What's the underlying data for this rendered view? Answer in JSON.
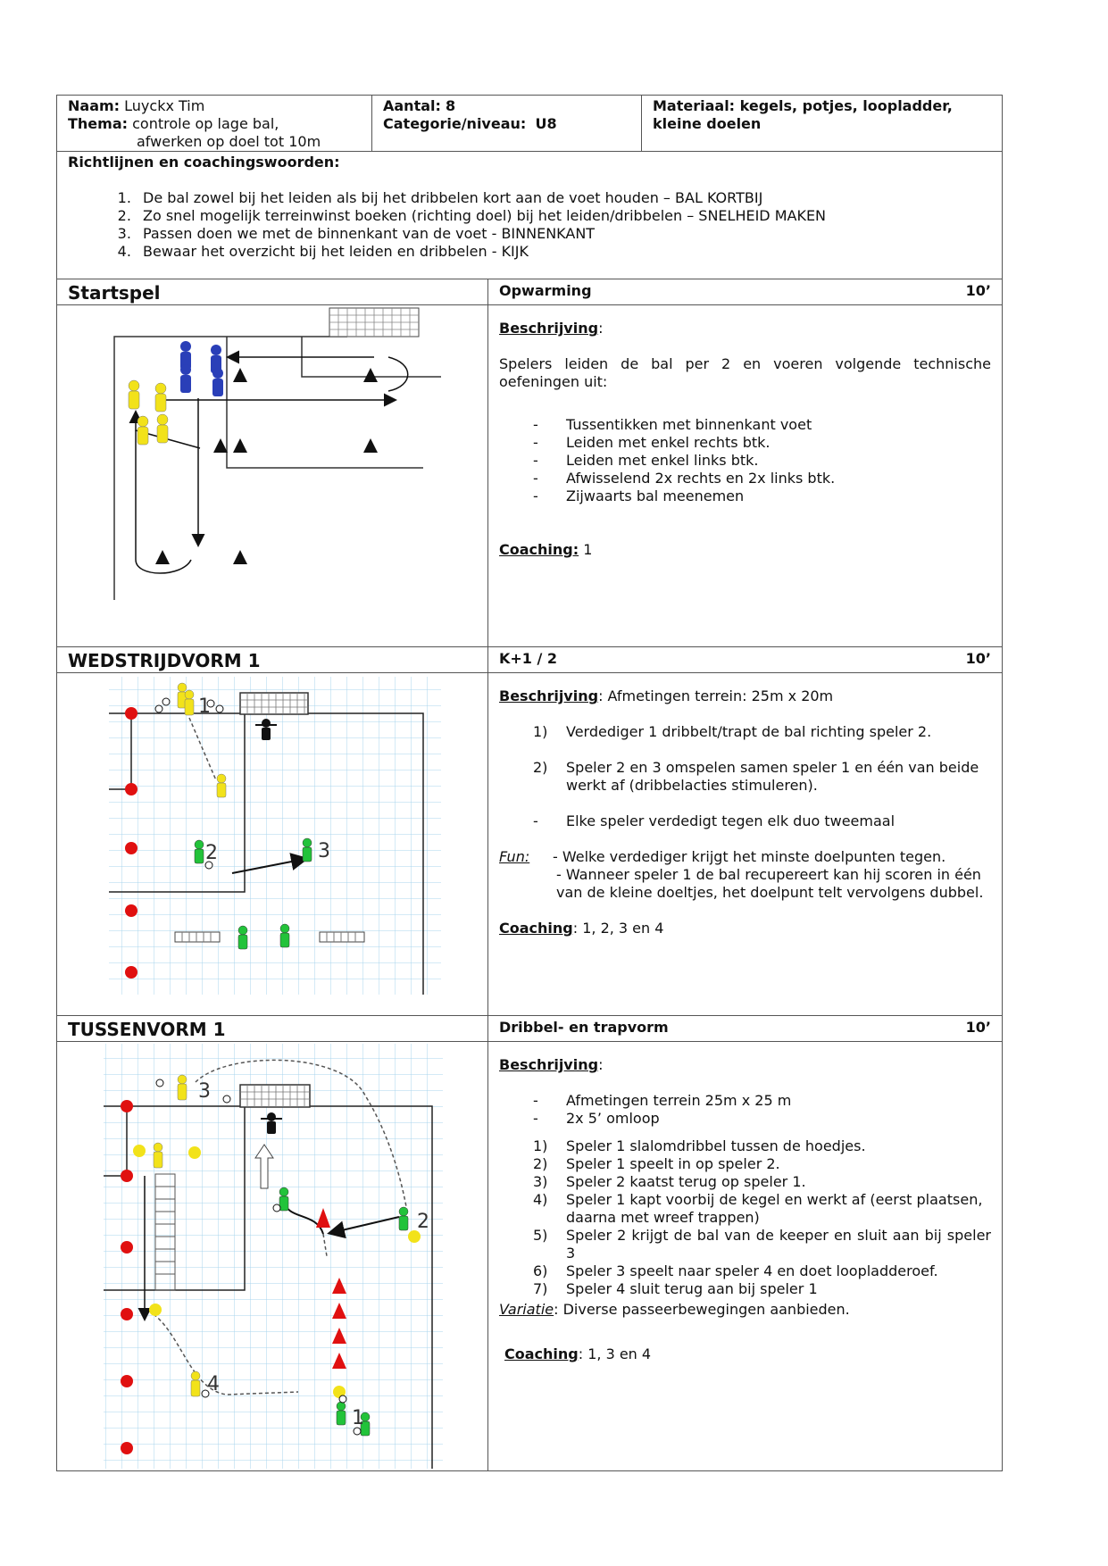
{
  "header": {
    "name_label": "Naam:",
    "name_value": "Luyckx Tim",
    "theme_label": "Thema:",
    "theme_value_1": "controle op lage bal,",
    "theme_value_2": "afwerken op doel tot 10m",
    "count_label": "Aantal:",
    "count_value": "8",
    "category_label": "Categorie/niveau:",
    "category_value": "U8",
    "material_line1": "Materiaal: kegels, potjes, loopladder,",
    "material_line2": "kleine doelen"
  },
  "guidelines": {
    "title": "Richtlijnen en coachingswoorden:",
    "items": [
      "De bal zowel bij het leiden als bij het dribbelen kort aan de voet houden – BAL KORTBIJ",
      "Zo snel mogelijk terreinwinst boeken (richting doel) bij het leiden/dribbelen – SNELHEID MAKEN",
      "Passen doen we met de binnenkant van de voet - BINNENKANT",
      "Bewaar het overzicht bij het leiden en dribbelen - KIJK"
    ]
  },
  "sections": [
    {
      "title": "Startspel",
      "subtitle": "Opwarming",
      "duration": "10’",
      "desc_label": "Beschrijving",
      "intro": "Spelers leiden de bal per 2 en voeren volgende technische oefeningen uit:",
      "dash_items": [
        "Tussentikken met binnenkant voet",
        "Leiden met enkel rechts btk.",
        "Leiden met enkel links btk.",
        "Afwisselend 2x rechts en 2x links btk.",
        "Zijwaarts bal meenemen"
      ],
      "coaching_label": "Coaching:",
      "coaching_value": "1"
    },
    {
      "title": "WEDSTRIJDVORM 1",
      "subtitle": "K+1 / 2",
      "duration": "10’",
      "desc_label": "Beschrijving",
      "desc_value": ": Afmetingen terrein: 25m x 20m",
      "num_items": [
        {
          "n": "1)",
          "t": "Verdediger 1 dribbelt/trapt de bal richting speler 2."
        },
        {
          "n": "2)",
          "t": "Speler 2 en 3 omspelen samen speler 1 en één van beide werkt af (dribbelacties stimuleren)."
        }
      ],
      "dash_item": "Elke speler verdedigt tegen elk duo tweemaal",
      "fun_label": "Fun:",
      "fun_1": "- Welke verdediger krijgt het minste doelpunten tegen.",
      "fun_2": "- Wanneer speler 1 de bal recupereert kan hij scoren in één van de kleine doeltjes, het doelpunt telt vervolgens dubbel.",
      "coaching_label": "Coaching",
      "coaching_value": ": 1, 2, 3 en 4",
      "labels": [
        "1",
        "2",
        "3"
      ]
    },
    {
      "title": "TUSSENVORM 1",
      "subtitle": "Dribbel- en trapvorm",
      "duration": "10’",
      "desc_label": "Beschrijving",
      "dash_items": [
        "Afmetingen terrein 25m x 25 m",
        "2x 5’ omloop"
      ],
      "num_items": [
        {
          "n": "1)",
          "t": "Speler 1 slalomdribbel tussen de hoedjes."
        },
        {
          "n": "2)",
          "t": "Speler 1 speelt in op speler 2."
        },
        {
          "n": "3)",
          "t": "Speler 2 kaatst terug op speler 1."
        },
        {
          "n": "4)",
          "t": "Speler 1 kapt voorbij de kegel en werkt af (eerst plaatsen, daarna met wreef trappen)"
        },
        {
          "n": "5)",
          "t": "Speler 2 krijgt de bal van de keeper en sluit aan bij speler 3"
        },
        {
          "n": "6)",
          "t": "Speler 3 speelt naar speler 4 en doet loopladderoef."
        },
        {
          "n": "7)",
          "t": "Speler 4 sluit terug aan bij speler 1"
        }
      ],
      "variation_label": "Variatie",
      "variation_value": ": Diverse passeerbewegingen aanbieden.",
      "coaching_label": "Coaching",
      "coaching_value": ": 1, 3 en 4",
      "labels": [
        "3",
        "2",
        "4",
        "1"
      ]
    }
  ],
  "colors": {
    "team_blue": "#2a3fb8",
    "team_yellow": "#f2e21a",
    "team_green": "#22c33a",
    "cone_red": "#e01010",
    "grid": "#a8d4ee"
  }
}
